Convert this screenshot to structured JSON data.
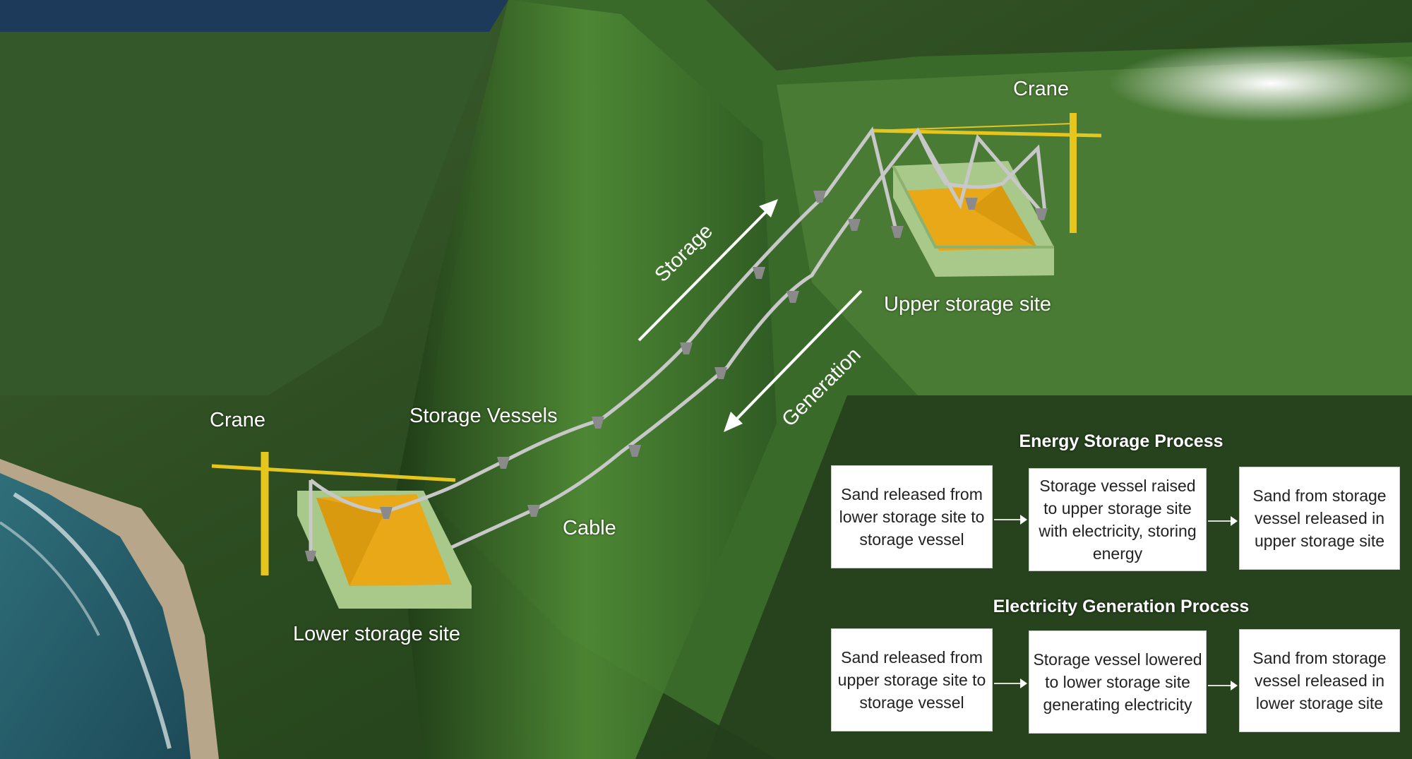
{
  "labels": {
    "crane_upper": "Crane",
    "crane_lower": "Crane",
    "upper_site": "Upper storage site",
    "lower_site": "Lower storage site",
    "storage_arrow": "Storage",
    "generation_arrow": "Generation",
    "storage_vessels": "Storage Vessels",
    "cable": "Cable"
  },
  "energy_storage": {
    "title": "Energy Storage Process",
    "steps": [
      "Sand released from lower storage site to storage vessel",
      "Storage vessel raised to upper storage site with electricity, storing energy",
      "Sand from storage vessel released in upper storage site"
    ]
  },
  "generation": {
    "title": "Electricity Generation Process",
    "steps": [
      "Sand released from upper storage site to storage vessel",
      "Storage vessel lowered  to lower storage site generating electricity",
      "Sand from storage vessel released in lower storage site"
    ]
  },
  "colors": {
    "sand": "#e8a817",
    "container": "#a8c98a",
    "crane": "#e6c51c",
    "cable": "#c8c8c8"
  }
}
